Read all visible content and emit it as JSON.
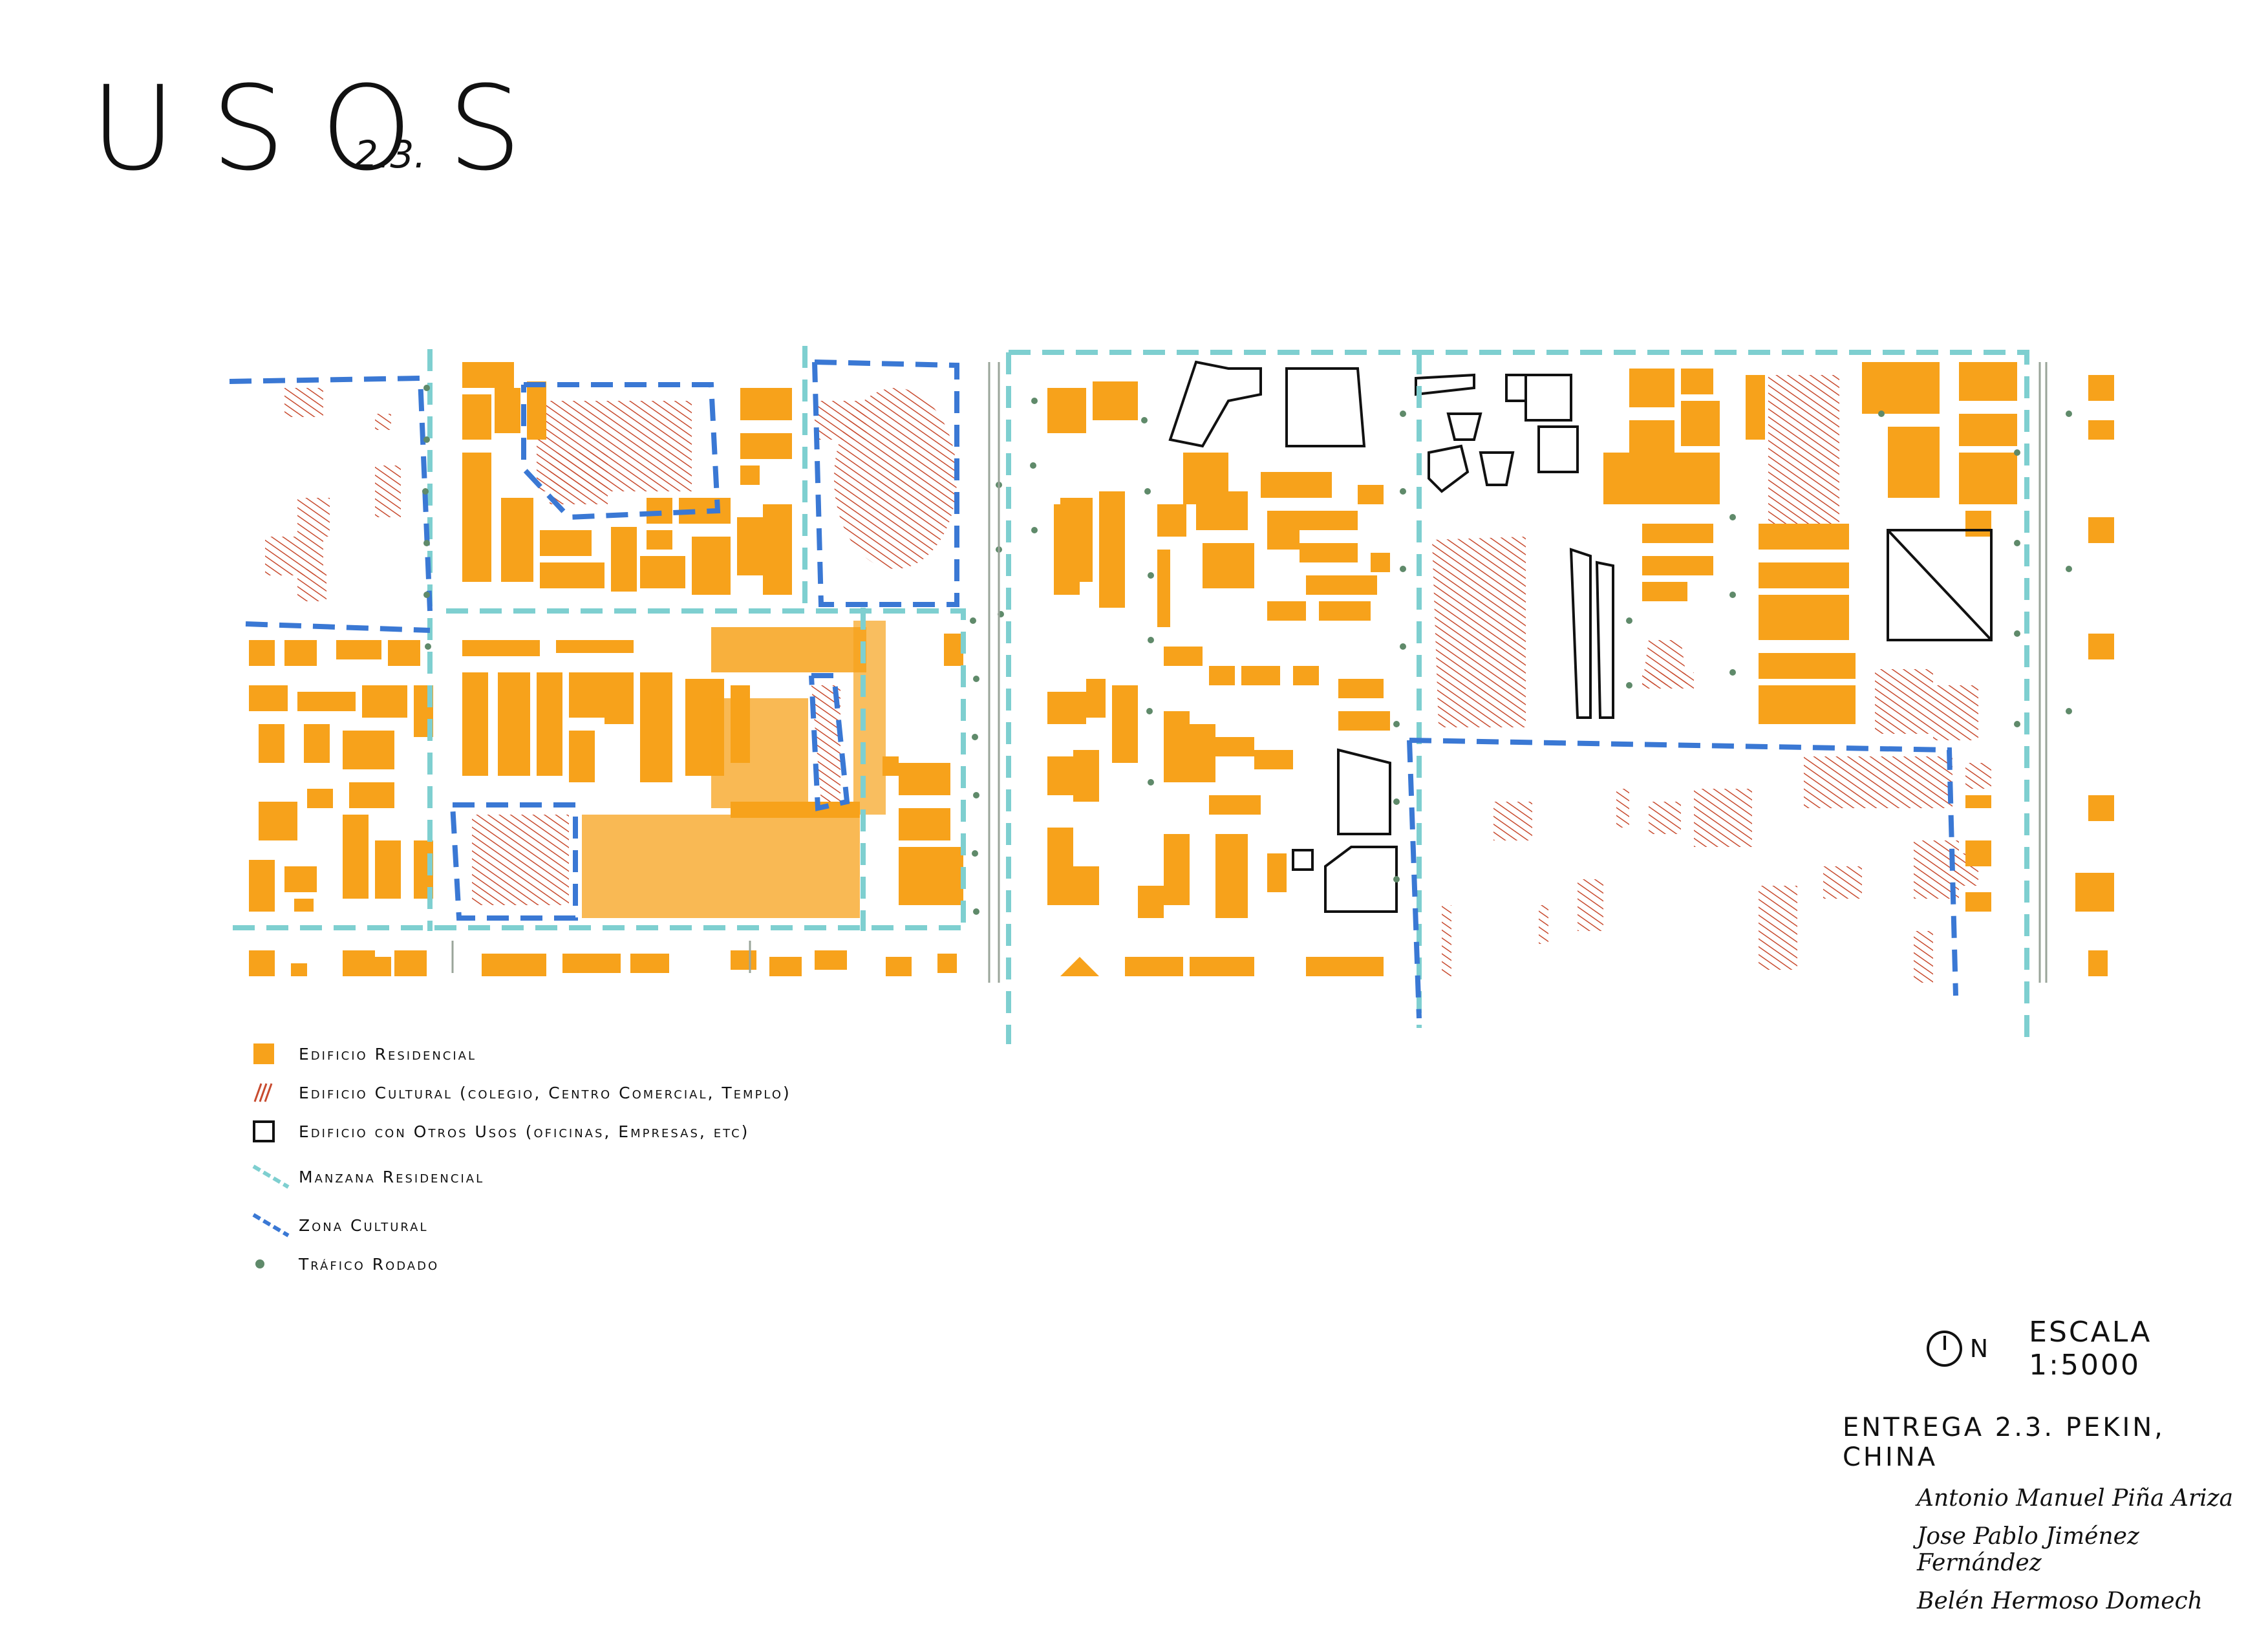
{
  "title": "USOS",
  "subtitle": "2.3.",
  "colors": {
    "residential": "#f7a21b",
    "cultural": "#c84b2f",
    "other": "#111111",
    "manzana": "#7ecfd0",
    "zona_cultural": "#3a78d4",
    "trafico": "#5f8a6a"
  },
  "legend": [
    {
      "label": "Edificio Residencial",
      "symbol": "orange-square"
    },
    {
      "label": "Edificio Cultural (colegio, Centro Comercial, Templo)",
      "symbol": "red-hatch"
    },
    {
      "label": "Edificio con Otros Usos (oficinas, Empresas, etc)",
      "symbol": "black-outline"
    },
    {
      "label": "Manzana Residencial",
      "symbol": "teal-dash"
    },
    {
      "label": "Zona Cultural",
      "symbol": "blue-dash"
    },
    {
      "label": "Tráfico Rodado",
      "symbol": "green-dot"
    }
  ],
  "north_label": "N",
  "scale_label": "ESCALA 1:5000",
  "entrega": "ENTREGA 2.3. PEKIN, CHINA",
  "authors": [
    "Antonio Manuel Piña Ariza",
    "Jose Pablo Jiménez Fernández",
    "Belén Hermoso Domech"
  ]
}
